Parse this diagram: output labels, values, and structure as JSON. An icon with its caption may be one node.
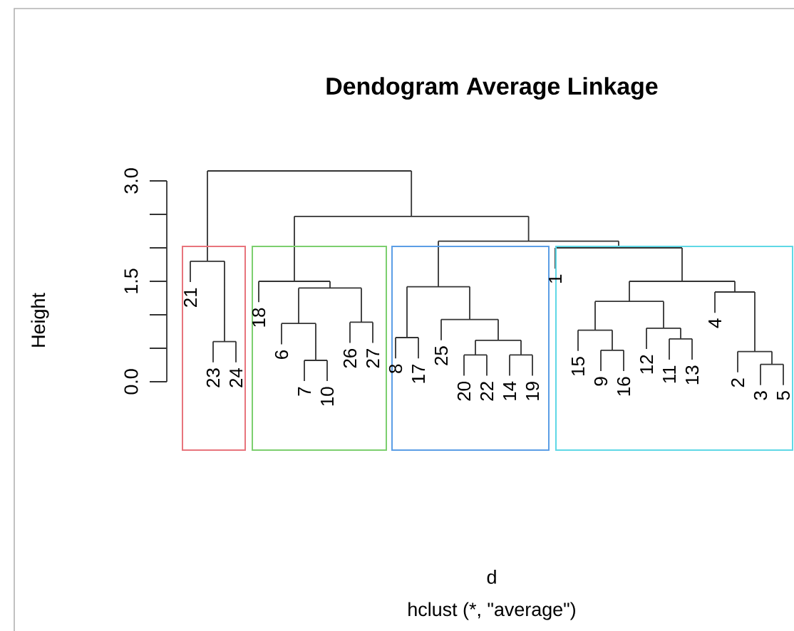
{
  "diagram": {
    "title": "Dendogram Average Linkage",
    "nodes": [
      {
        "text": [
          "21",
          "23",
          "24"
        ]
      },
      {
        "text": [
          "18",
          "6",
          "7",
          "10",
          "26",
          "27"
        ]
      },
      {
        "text": [
          "8",
          "17",
          "25",
          "20",
          "22",
          "14",
          "19"
        ]
      },
      {
        "text": [
          "1",
          "15",
          "9",
          "16",
          "12",
          "11",
          "13",
          "4",
          "2",
          "3",
          "5"
        ]
      }
    ],
    "edges": [],
    "labels": [
      "0.0",
      "1.5",
      "3.0",
      "Height",
      "d",
      "hclust (*, \"average\")"
    ]
  }
}
